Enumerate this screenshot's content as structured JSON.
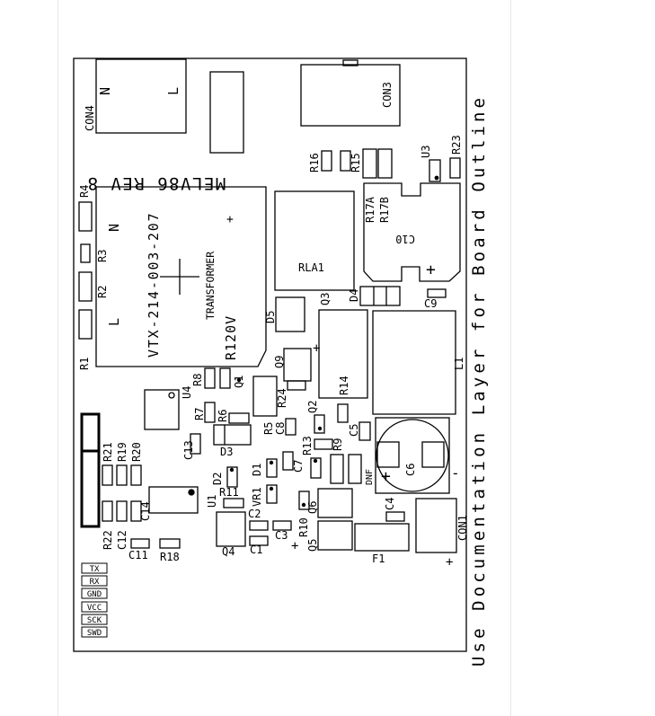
{
  "board": {
    "title": "MELV86 REV 8",
    "side_note": "Use Documentation Layer for Board Outline"
  },
  "transformer": {
    "part_number": "VTX-214-003-207",
    "label": "TRANSFORMER",
    "voltage": "R120V",
    "pin_n": "N",
    "pin_l": "L",
    "plus": "+"
  },
  "connectors": {
    "con4": "CON4",
    "con4_n": "N",
    "con4_l": "L",
    "con3": "CON3",
    "con1": "CON1"
  },
  "components": {
    "rla1": "RLA1",
    "c10": "C10",
    "c6": "C6",
    "l1": "L1",
    "f1": "F1",
    "r14": "R14",
    "q9": "Q9",
    "u3": "U3",
    "u4": "U4",
    "u1": "U1",
    "q4": "Q4",
    "q5": "Q5",
    "q6": "Q6",
    "d3": "D3",
    "d5": "D5",
    "d4": "D4",
    "q3": "Q3",
    "dnf": "DNF",
    "r1": "R1",
    "r2": "R2",
    "r3": "R3",
    "r4": "R4",
    "r5": "R5",
    "r6": "R6",
    "r7": "R7",
    "r8": "R8",
    "r9": "R9",
    "r10": "R10",
    "r11": "R11",
    "r13": "R13",
    "r15": "R15",
    "r16": "R16",
    "r17a": "R17A",
    "r17b": "R17B",
    "r18": "R18",
    "r19": "R19",
    "r20": "R20",
    "r21": "R21",
    "r22": "R22",
    "r23": "R23",
    "r24": "R24",
    "c2": "C2",
    "c3": "C3",
    "c4": "C4",
    "c5": "C5",
    "c7": "C7",
    "c8": "C8",
    "c9": "C9",
    "c11": "C11",
    "c12": "C12",
    "c13": "C13",
    "c14": "C14",
    "d1": "D1",
    "d2": "D2",
    "vr1": "VR1",
    "q1": "Q1",
    "q2": "Q2",
    "c1": "C1",
    "plus": "+",
    "minus": "-"
  },
  "pins": [
    "TX",
    "RX",
    "GND",
    "VCC",
    "SCK",
    "SWD"
  ]
}
